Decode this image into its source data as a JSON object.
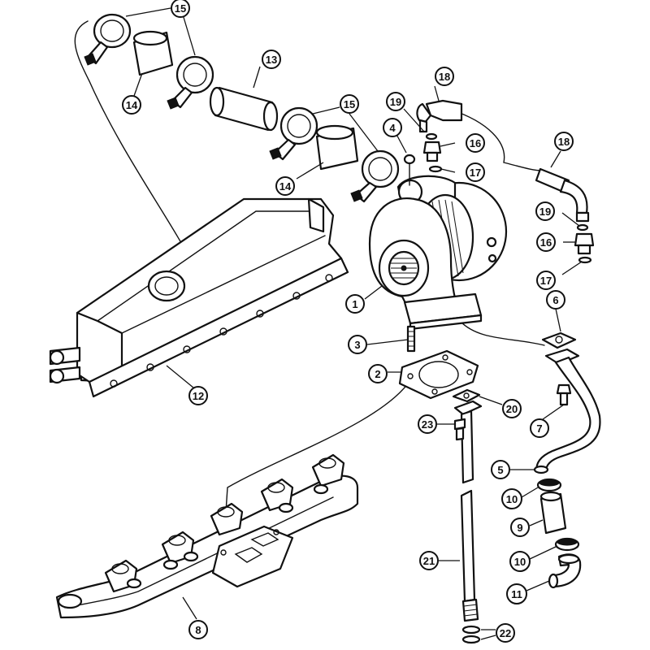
{
  "callouts": {
    "c1": "1",
    "c2": "2",
    "c3": "3",
    "c4": "4",
    "c5": "5",
    "c6": "6",
    "c7": "7",
    "c8": "8",
    "c9": "9",
    "c10a": "10",
    "c10b": "10",
    "c11": "11",
    "c12": "12",
    "c13": "13",
    "c14a": "14",
    "c14b": "14",
    "c15a": "15",
    "c15b": "15",
    "c16a": "16",
    "c16b": "16",
    "c17a": "17",
    "c17b": "17",
    "c18a": "18",
    "c18b": "18",
    "c19a": "19",
    "c19b": "19",
    "c20": "20",
    "c21": "21",
    "c22": "22",
    "c23": "23"
  }
}
